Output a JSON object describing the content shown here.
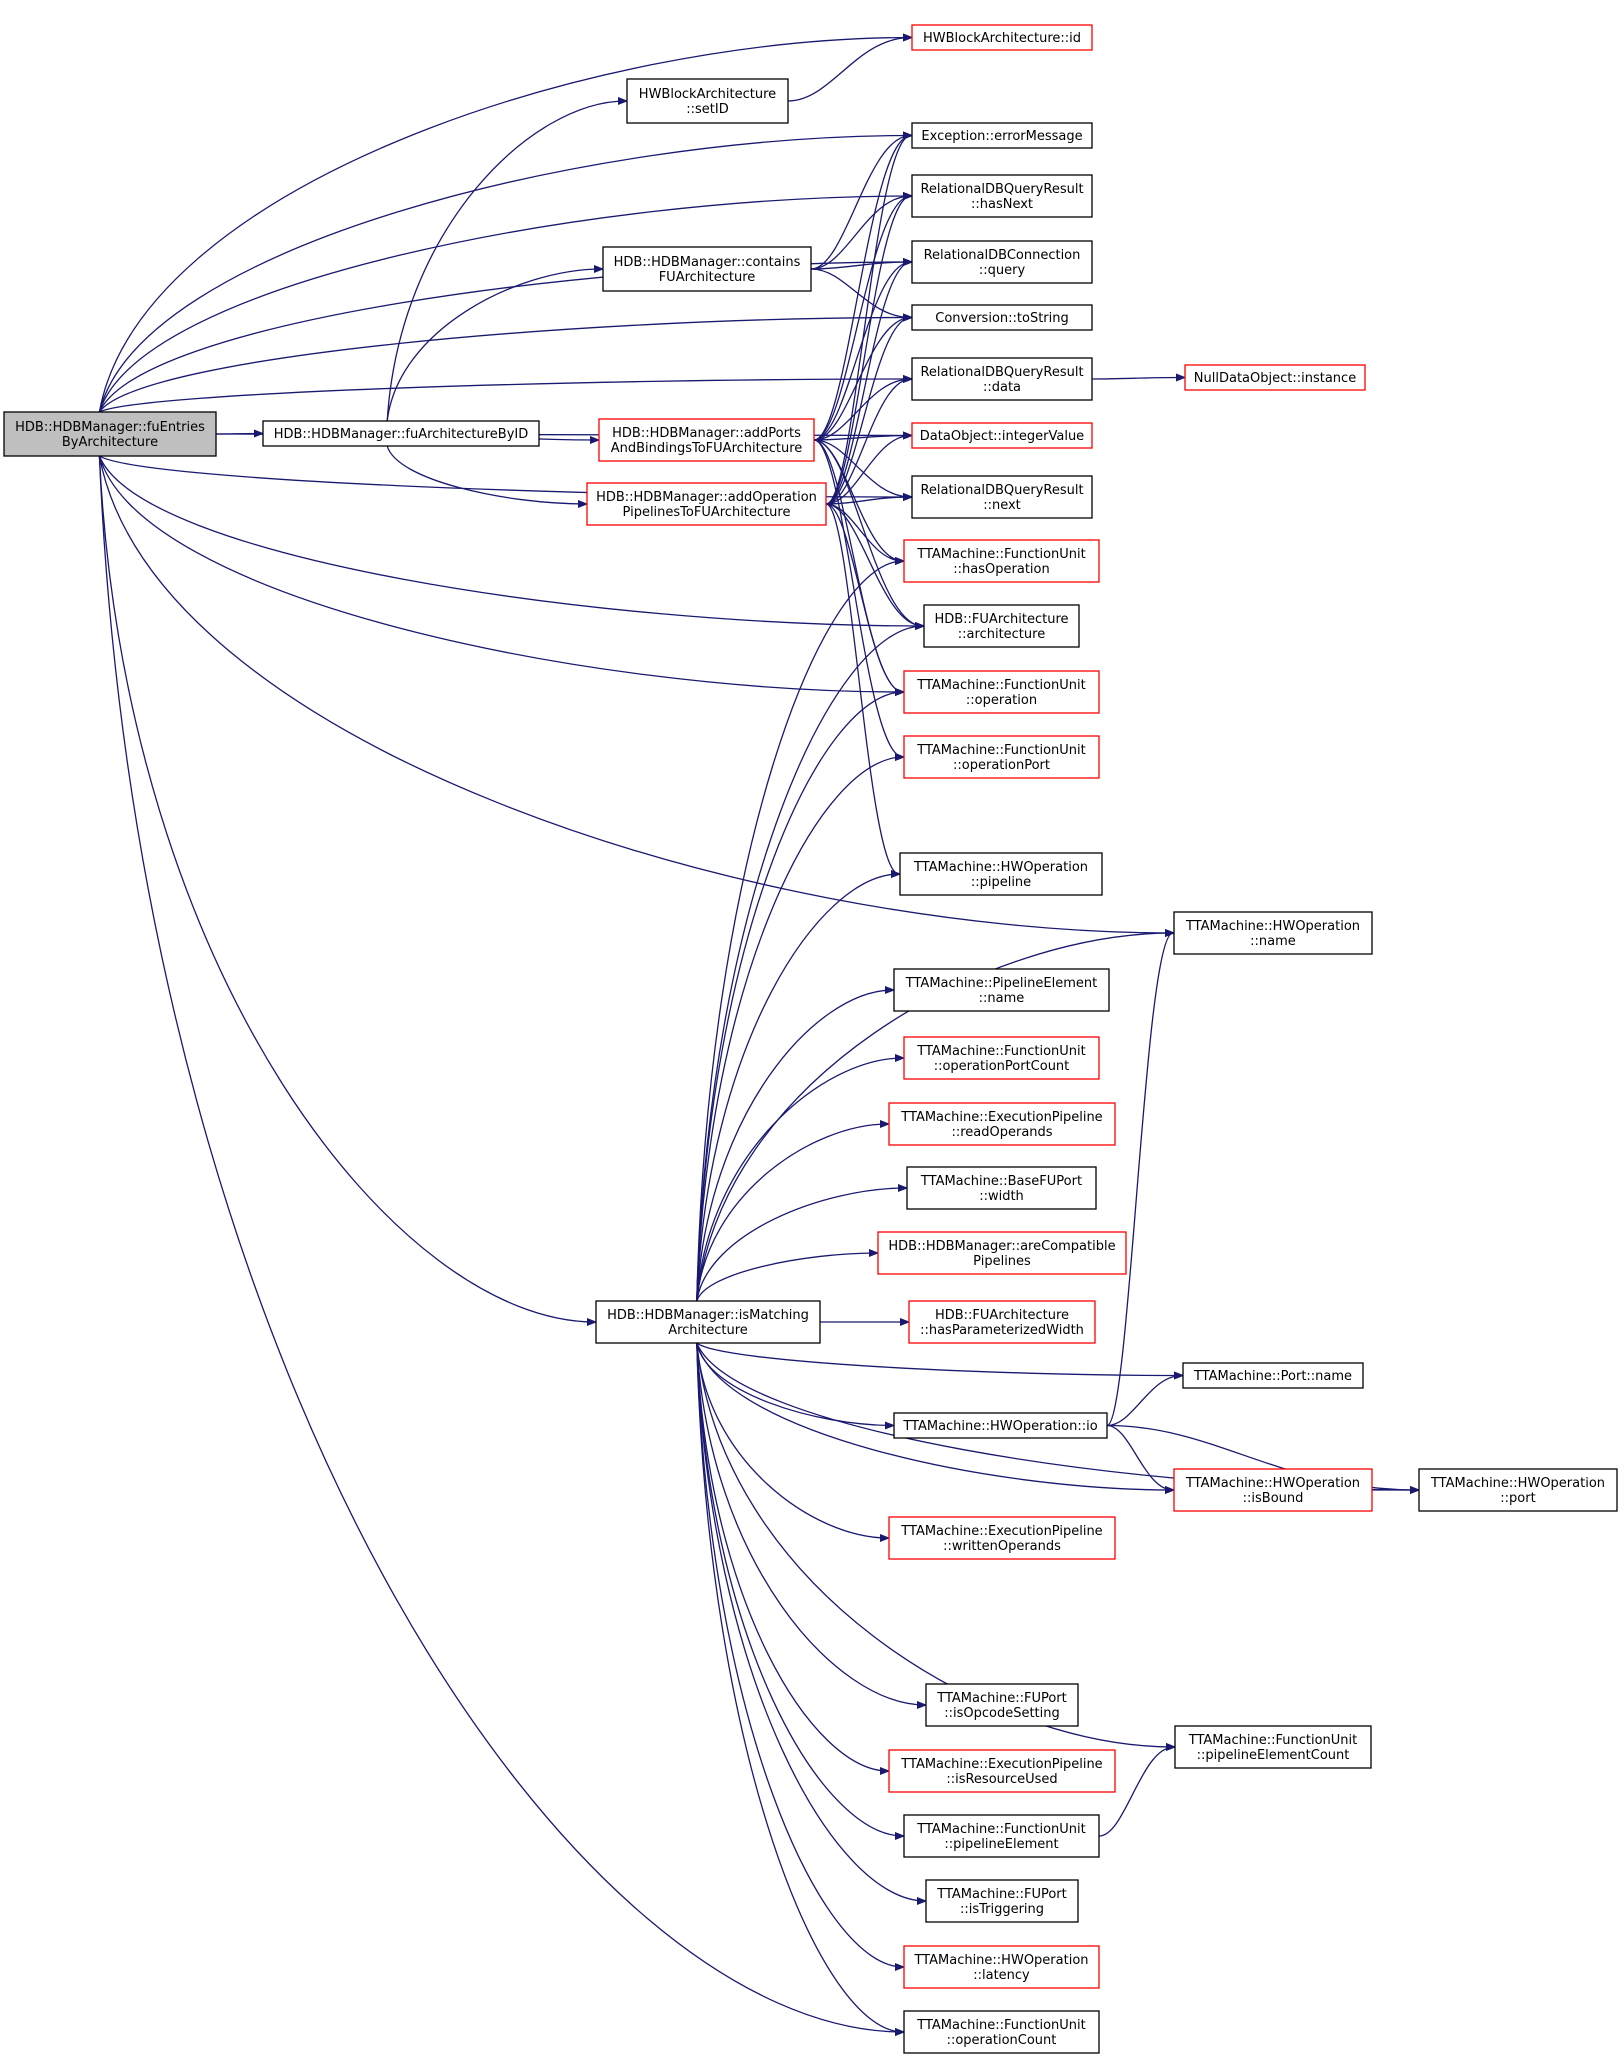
{
  "colors": {
    "edge": "#191970",
    "node_border": "#000000",
    "node_border_red": "#ff0000",
    "root_fill": "#bfbfbf",
    "node_fill": "#ffffff"
  },
  "nodes": [
    {
      "id": "root",
      "lines": [
        "HDB::HDBManager::fuEntries",
        "ByArchitecture"
      ],
      "style": "root"
    },
    {
      "id": "fuArchById",
      "lines": [
        "HDB::HDBManager::fuArchitectureByID"
      ],
      "style": "black"
    },
    {
      "id": "hwId",
      "lines": [
        "HWBlockArchitecture::id"
      ],
      "style": "red"
    },
    {
      "id": "hwSetId",
      "lines": [
        "HWBlockArchitecture",
        "::setID"
      ],
      "style": "black"
    },
    {
      "id": "errMsg",
      "lines": [
        "Exception::errorMessage"
      ],
      "style": "black"
    },
    {
      "id": "hasNext",
      "lines": [
        "RelationalDBQueryResult",
        "::hasNext"
      ],
      "style": "black"
    },
    {
      "id": "containsFU",
      "lines": [
        "HDB::HDBManager::contains",
        "FUArchitecture"
      ],
      "style": "black"
    },
    {
      "id": "query",
      "lines": [
        "RelationalDBConnection",
        "::query"
      ],
      "style": "black"
    },
    {
      "id": "toString",
      "lines": [
        "Conversion::toString"
      ],
      "style": "black"
    },
    {
      "id": "data",
      "lines": [
        "RelationalDBQueryResult",
        "::data"
      ],
      "style": "black"
    },
    {
      "id": "nullInst",
      "lines": [
        "NullDataObject::instance"
      ],
      "style": "red"
    },
    {
      "id": "addPorts",
      "lines": [
        "HDB::HDBManager::addPorts",
        "AndBindingsToFUArchitecture"
      ],
      "style": "red"
    },
    {
      "id": "intValue",
      "lines": [
        "DataObject::integerValue"
      ],
      "style": "red"
    },
    {
      "id": "addPipes",
      "lines": [
        "HDB::HDBManager::addOperation",
        "PipelinesToFUArchitecture"
      ],
      "style": "red"
    },
    {
      "id": "next",
      "lines": [
        "RelationalDBQueryResult",
        "::next"
      ],
      "style": "black"
    },
    {
      "id": "hasOp",
      "lines": [
        "TTAMachine::FunctionUnit",
        "::hasOperation"
      ],
      "style": "red"
    },
    {
      "id": "fuArch",
      "lines": [
        "HDB::FUArchitecture",
        "::architecture"
      ],
      "style": "black"
    },
    {
      "id": "operation",
      "lines": [
        "TTAMachine::FunctionUnit",
        "::operation"
      ],
      "style": "red"
    },
    {
      "id": "opPort",
      "lines": [
        "TTAMachine::FunctionUnit",
        "::operationPort"
      ],
      "style": "red"
    },
    {
      "id": "pipeline",
      "lines": [
        "TTAMachine::HWOperation",
        "::pipeline"
      ],
      "style": "black"
    },
    {
      "id": "hwOpName",
      "lines": [
        "TTAMachine::HWOperation",
        "::name"
      ],
      "style": "black"
    },
    {
      "id": "peName",
      "lines": [
        "TTAMachine::PipelineElement",
        "::name"
      ],
      "style": "black"
    },
    {
      "id": "opPortCount",
      "lines": [
        "TTAMachine::FunctionUnit",
        "::operationPortCount"
      ],
      "style": "red"
    },
    {
      "id": "readOps",
      "lines": [
        "TTAMachine::ExecutionPipeline",
        "::readOperands"
      ],
      "style": "red"
    },
    {
      "id": "bfWidth",
      "lines": [
        "TTAMachine::BaseFUPort",
        "::width"
      ],
      "style": "black"
    },
    {
      "id": "areCompat",
      "lines": [
        "HDB::HDBManager::areCompatible",
        "Pipelines"
      ],
      "style": "red"
    },
    {
      "id": "isMatching",
      "lines": [
        "HDB::HDBManager::isMatching",
        "Architecture"
      ],
      "style": "black"
    },
    {
      "id": "hasParam",
      "lines": [
        "HDB::FUArchitecture",
        "::hasParameterizedWidth"
      ],
      "style": "red"
    },
    {
      "id": "portName",
      "lines": [
        "TTAMachine::Port::name"
      ],
      "style": "black"
    },
    {
      "id": "hwIo",
      "lines": [
        "TTAMachine::HWOperation::io"
      ],
      "style": "black"
    },
    {
      "id": "isBound",
      "lines": [
        "TTAMachine::HWOperation",
        "::isBound"
      ],
      "style": "red"
    },
    {
      "id": "hwPort",
      "lines": [
        "TTAMachine::HWOperation",
        "::port"
      ],
      "style": "black"
    },
    {
      "id": "writtenOps",
      "lines": [
        "TTAMachine::ExecutionPipeline",
        "::writtenOperands"
      ],
      "style": "red"
    },
    {
      "id": "isOpcode",
      "lines": [
        "TTAMachine::FUPort",
        "::isOpcodeSetting"
      ],
      "style": "black"
    },
    {
      "id": "peCount",
      "lines": [
        "TTAMachine::FunctionUnit",
        "::pipelineElementCount"
      ],
      "style": "black"
    },
    {
      "id": "isResUsed",
      "lines": [
        "TTAMachine::ExecutionPipeline",
        "::isResourceUsed"
      ],
      "style": "red"
    },
    {
      "id": "pipeElem",
      "lines": [
        "TTAMachine::FunctionUnit",
        "::pipelineElement"
      ],
      "style": "black"
    },
    {
      "id": "isTrig",
      "lines": [
        "TTAMachine::FUPort",
        "::isTriggering"
      ],
      "style": "black"
    },
    {
      "id": "latency",
      "lines": [
        "TTAMachine::HWOperation",
        "::latency"
      ],
      "style": "red"
    },
    {
      "id": "opCount",
      "lines": [
        "TTAMachine::FunctionUnit",
        "::operationCount"
      ],
      "style": "black"
    }
  ],
  "edges": [
    [
      "root",
      "fuArchById"
    ],
    [
      "root",
      "hwId"
    ],
    [
      "root",
      "errMsg"
    ],
    [
      "root",
      "hasNext"
    ],
    [
      "root",
      "query"
    ],
    [
      "root",
      "toString"
    ],
    [
      "root",
      "data"
    ],
    [
      "root",
      "intValue"
    ],
    [
      "root",
      "next"
    ],
    [
      "root",
      "fuArch"
    ],
    [
      "root",
      "operation"
    ],
    [
      "root",
      "hwOpName"
    ],
    [
      "root",
      "isMatching"
    ],
    [
      "root",
      "opCount"
    ],
    [
      "fuArchById",
      "hwSetId"
    ],
    [
      "fuArchById",
      "containsFU"
    ],
    [
      "fuArchById",
      "addPorts"
    ],
    [
      "fuArchById",
      "addPipes"
    ],
    [
      "hwSetId",
      "hwId"
    ],
    [
      "containsFU",
      "errMsg"
    ],
    [
      "containsFU",
      "hasNext"
    ],
    [
      "containsFU",
      "query"
    ],
    [
      "containsFU",
      "toString"
    ],
    [
      "data",
      "nullInst"
    ],
    [
      "addPorts",
      "errMsg"
    ],
    [
      "addPorts",
      "hasNext"
    ],
    [
      "addPorts",
      "query"
    ],
    [
      "addPorts",
      "toString"
    ],
    [
      "addPorts",
      "data"
    ],
    [
      "addPorts",
      "intValue"
    ],
    [
      "addPorts",
      "next"
    ],
    [
      "addPorts",
      "hasOp"
    ],
    [
      "addPorts",
      "fuArch"
    ],
    [
      "addPorts",
      "operation"
    ],
    [
      "addPorts",
      "opPort"
    ],
    [
      "addPipes",
      "errMsg"
    ],
    [
      "addPipes",
      "hasNext"
    ],
    [
      "addPipes",
      "query"
    ],
    [
      "addPipes",
      "toString"
    ],
    [
      "addPipes",
      "data"
    ],
    [
      "addPipes",
      "intValue"
    ],
    [
      "addPipes",
      "next"
    ],
    [
      "addPipes",
      "hasOp"
    ],
    [
      "addPipes",
      "fuArch"
    ],
    [
      "addPipes",
      "operation"
    ],
    [
      "addPipes",
      "pipeline"
    ],
    [
      "isMatching",
      "hasOp"
    ],
    [
      "isMatching",
      "fuArch"
    ],
    [
      "isMatching",
      "operation"
    ],
    [
      "isMatching",
      "opPort"
    ],
    [
      "isMatching",
      "pipeline"
    ],
    [
      "isMatching",
      "hwOpName"
    ],
    [
      "isMatching",
      "peName"
    ],
    [
      "isMatching",
      "opPortCount"
    ],
    [
      "isMatching",
      "readOps"
    ],
    [
      "isMatching",
      "bfWidth"
    ],
    [
      "isMatching",
      "areCompat"
    ],
    [
      "isMatching",
      "hasParam"
    ],
    [
      "isMatching",
      "portName"
    ],
    [
      "isMatching",
      "hwIo"
    ],
    [
      "isMatching",
      "isBound"
    ],
    [
      "isMatching",
      "hwPort"
    ],
    [
      "isMatching",
      "writtenOps"
    ],
    [
      "isMatching",
      "isOpcode"
    ],
    [
      "isMatching",
      "peCount"
    ],
    [
      "isMatching",
      "isResUsed"
    ],
    [
      "isMatching",
      "pipeElem"
    ],
    [
      "isMatching",
      "isTrig"
    ],
    [
      "isMatching",
      "latency"
    ],
    [
      "isMatching",
      "opCount"
    ],
    [
      "hwIo",
      "hwOpName"
    ],
    [
      "hwIo",
      "portName"
    ],
    [
      "hwIo",
      "isBound"
    ],
    [
      "hwIo",
      "hwPort"
    ],
    [
      "isBound",
      "hwPort"
    ],
    [
      "pipeElem",
      "peCount"
    ]
  ]
}
